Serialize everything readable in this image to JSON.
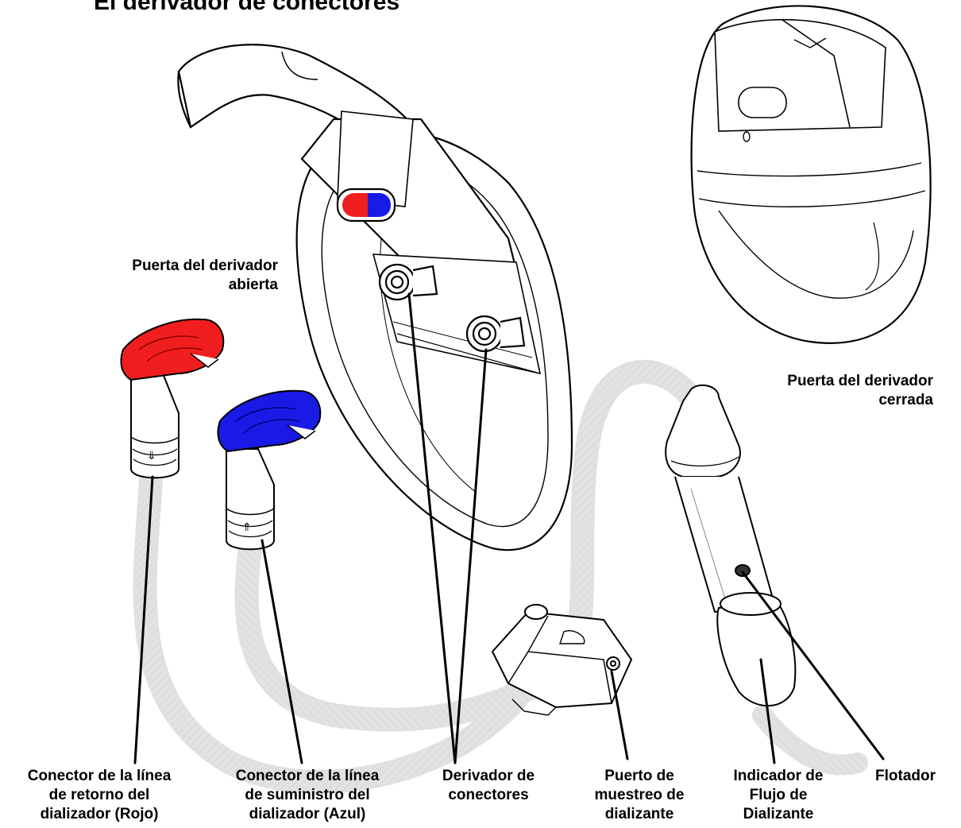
{
  "title": "El derivador de conectores",
  "labels": {
    "open_door": [
      "Puerta del derivador",
      "abierta"
    ],
    "closed_door": [
      "Puerta del derivador",
      "cerrada"
    ],
    "return_connector": [
      "Conector de la línea",
      "de retorno del",
      "dializador (Rojo)"
    ],
    "supply_connector": [
      "Conector de la línea",
      "de suministro del",
      "dializador (Azul)"
    ],
    "shunt": [
      "Derivador de",
      "conectores"
    ],
    "sample_port": [
      "Puerto de",
      "muestreo de",
      "dializante"
    ],
    "flow_indicator": [
      "Indicador de",
      "Flujo de",
      "Dializante"
    ],
    "float": [
      "Flotador"
    ]
  },
  "colors": {
    "return_red": "#f01e1e",
    "supply_blue": "#1a1ae6",
    "line": "#000000",
    "tube_hatch": "#c9c9c9"
  }
}
